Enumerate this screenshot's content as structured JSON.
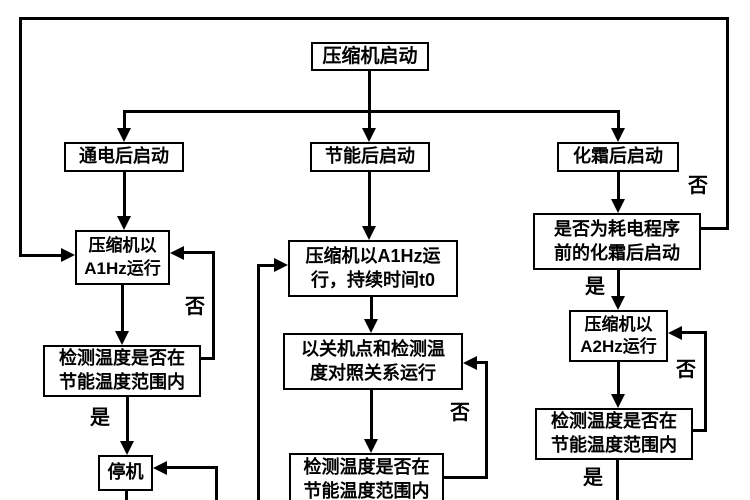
{
  "figure": {
    "type": "flowchart",
    "title": "压缩机启动"
  },
  "nodes": {
    "start": {
      "label": "压缩机启动"
    },
    "power_on_start": {
      "label": "通电后启动"
    },
    "energy_saving_start": {
      "label": "节能后启动"
    },
    "defrost_start": {
      "label": "化霜后启动"
    },
    "left_run_a1hz": {
      "line1": "压缩机以",
      "line2": "A1Hz运行"
    },
    "left_check_temp": {
      "line1": "检测温度是否在",
      "line2": "节能温度范围内"
    },
    "stop": {
      "label": "停机"
    },
    "mid_run_a1hz_t0": {
      "line1": "压缩机以A1Hz运",
      "line2": "行，持续时间t0"
    },
    "mid_compare_run": {
      "line1": "以关机点和检测温",
      "line2": "度对照关系运行"
    },
    "mid_check_temp": {
      "line1": "检测温度是否在",
      "line2": "节能温度范围内"
    },
    "right_question": {
      "line1": "是否为耗电程序",
      "line2": "前的化霜后启动"
    },
    "right_run_a2hz": {
      "line1": "压缩机以",
      "line2": "A2Hz运行"
    },
    "right_check_temp": {
      "line1": "检测温度是否在",
      "line2": "节能温度范围内"
    }
  },
  "edge_labels": {
    "yes": "是",
    "no": "否"
  },
  "colors": {
    "line": "#000000",
    "background": "#ffffff",
    "text": "#000000"
  }
}
